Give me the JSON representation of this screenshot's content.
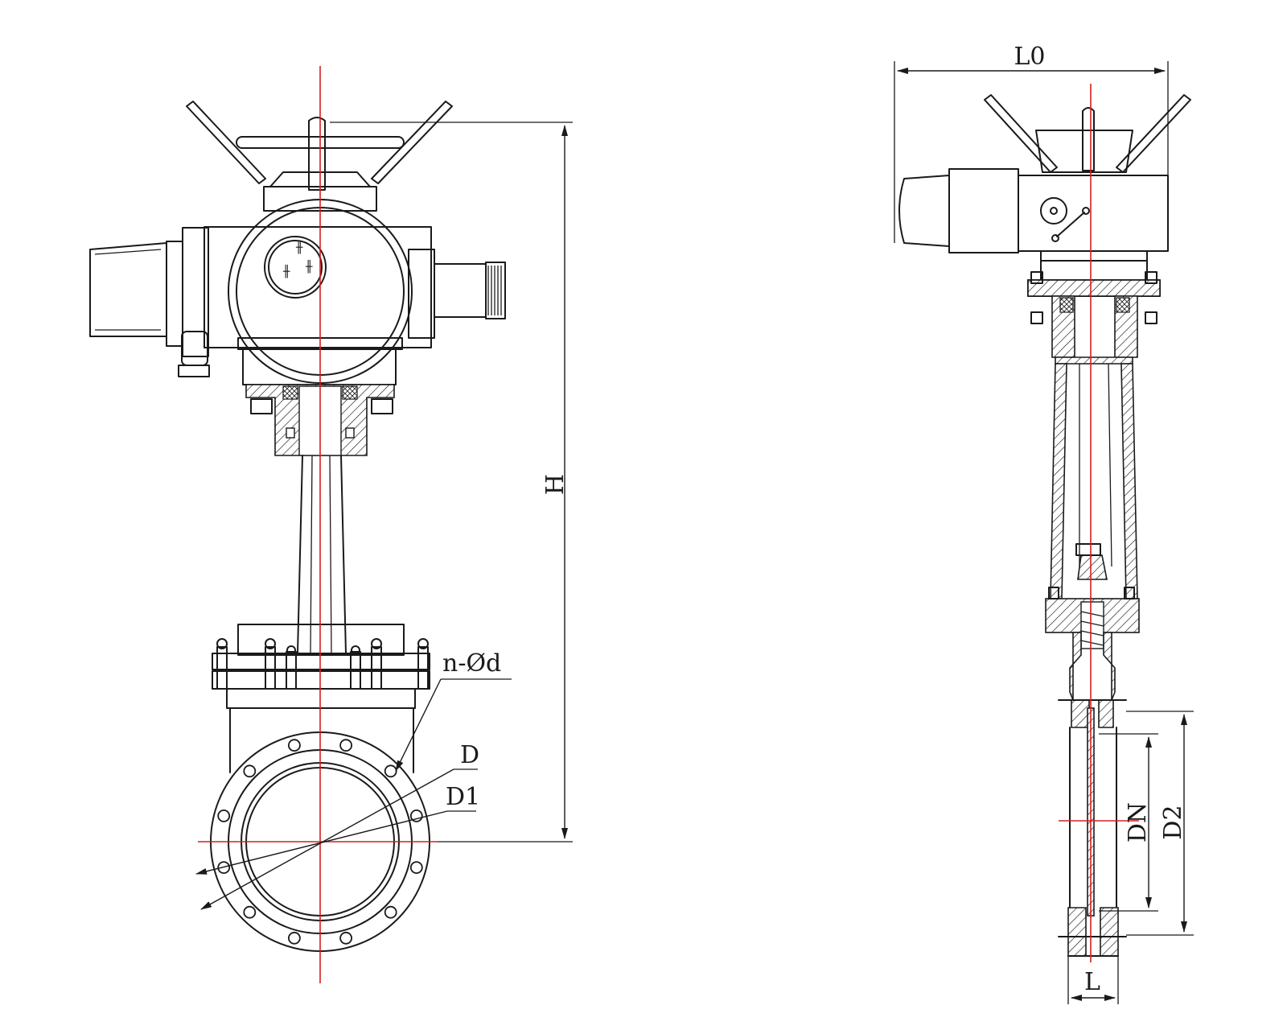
{
  "labels": {
    "front": {
      "height": "H",
      "bolt_holes": "n-Ød",
      "bolt_circle": "D",
      "raised_face": "D1"
    },
    "side": {
      "actuator_length": "L0",
      "nominal_bore": "DN",
      "face_diameter": "D2",
      "face_to_face": "L"
    }
  },
  "colors": {
    "line": "#1a1a1a",
    "centerline": "#d42020",
    "background": "#ffffff"
  },
  "icons": {
    "arrowheads": "arrow-icon",
    "hatching": "hatch-pattern"
  }
}
